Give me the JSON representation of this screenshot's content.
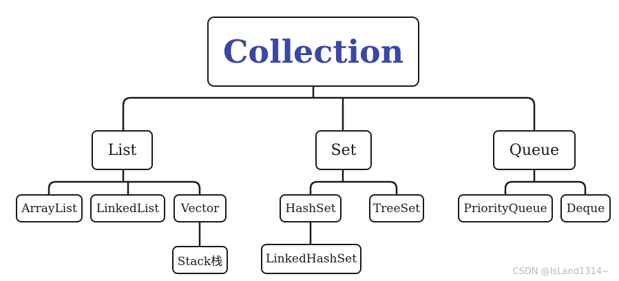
{
  "colors": {
    "line": "#1a1a1a",
    "title_text": "#3a47a8",
    "text": "#1a1a1a",
    "watermark": "#b8b8b8"
  },
  "nodes": {
    "collection": "Collection",
    "list": "List",
    "set": "Set",
    "queue": "Queue",
    "arraylist": "ArrayList",
    "linkedlist": "LinkedList",
    "vector": "Vector",
    "stack": "Stack栈",
    "hashset": "HashSet",
    "treeset": "TreeSet",
    "linkedhashset": "LinkedHashSet",
    "priorityqueue": "PriorityQueue",
    "deque": "Deque"
  },
  "watermark": "CSDN @IsLand1314~"
}
